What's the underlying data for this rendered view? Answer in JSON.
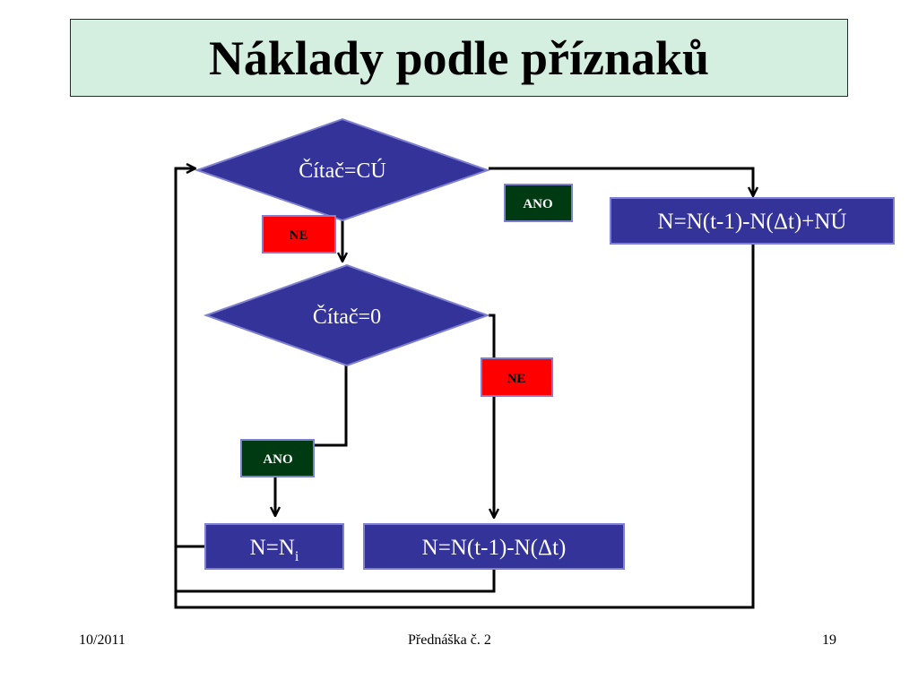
{
  "slide": {
    "title": "Náklady podle příznaků",
    "footer": {
      "date": "10/2011",
      "lecture": "Přednáška č. 2",
      "page": "19"
    }
  },
  "diagram": {
    "decisions": [
      {
        "id": "d1",
        "label": "Čítač=CÚ"
      },
      {
        "id": "d2",
        "label": "Čítač=0"
      }
    ],
    "processes": [
      {
        "id": "p1",
        "label": "N=N(t-1)-N(Δt)+NÚ"
      },
      {
        "id": "p2",
        "label": "N=N",
        "subscript": "i"
      },
      {
        "id": "p3",
        "label": "N=N(t-1)-N(Δt)"
      }
    ],
    "tags": [
      {
        "id": "t1",
        "label": "ANO",
        "kind": "yes"
      },
      {
        "id": "t2",
        "label": "NE",
        "kind": "no"
      },
      {
        "id": "t3",
        "label": "NE",
        "kind": "no"
      },
      {
        "id": "t4",
        "label": "ANO",
        "kind": "yes"
      }
    ]
  },
  "colors": {
    "title_bg": "#d4eee0",
    "node_fill": "#33339a",
    "node_border": "#8080d0",
    "yes_tag": "#003a12",
    "no_tag": "#ff0000",
    "line": "#000000"
  }
}
